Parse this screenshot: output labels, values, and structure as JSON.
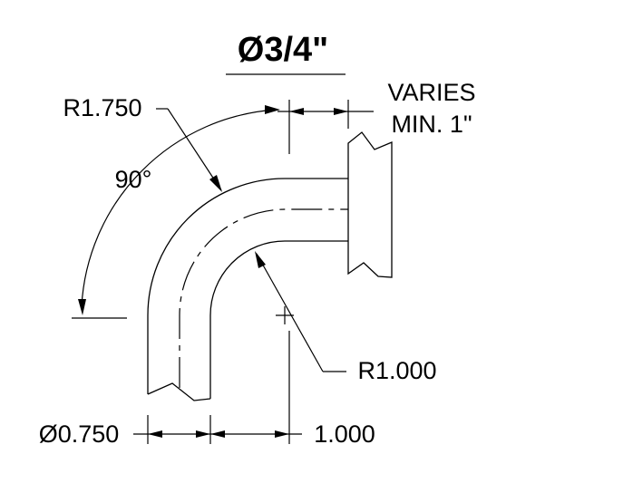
{
  "title": "Ø3/4\"",
  "labels": {
    "outer_radius": "R1.750",
    "angle": "90°",
    "varies_line1": "VARIES",
    "varies_line2": "MIN. 1\"",
    "inner_radius": "R1.000",
    "diameter": "Ø0.750",
    "offset": "1.000"
  }
}
